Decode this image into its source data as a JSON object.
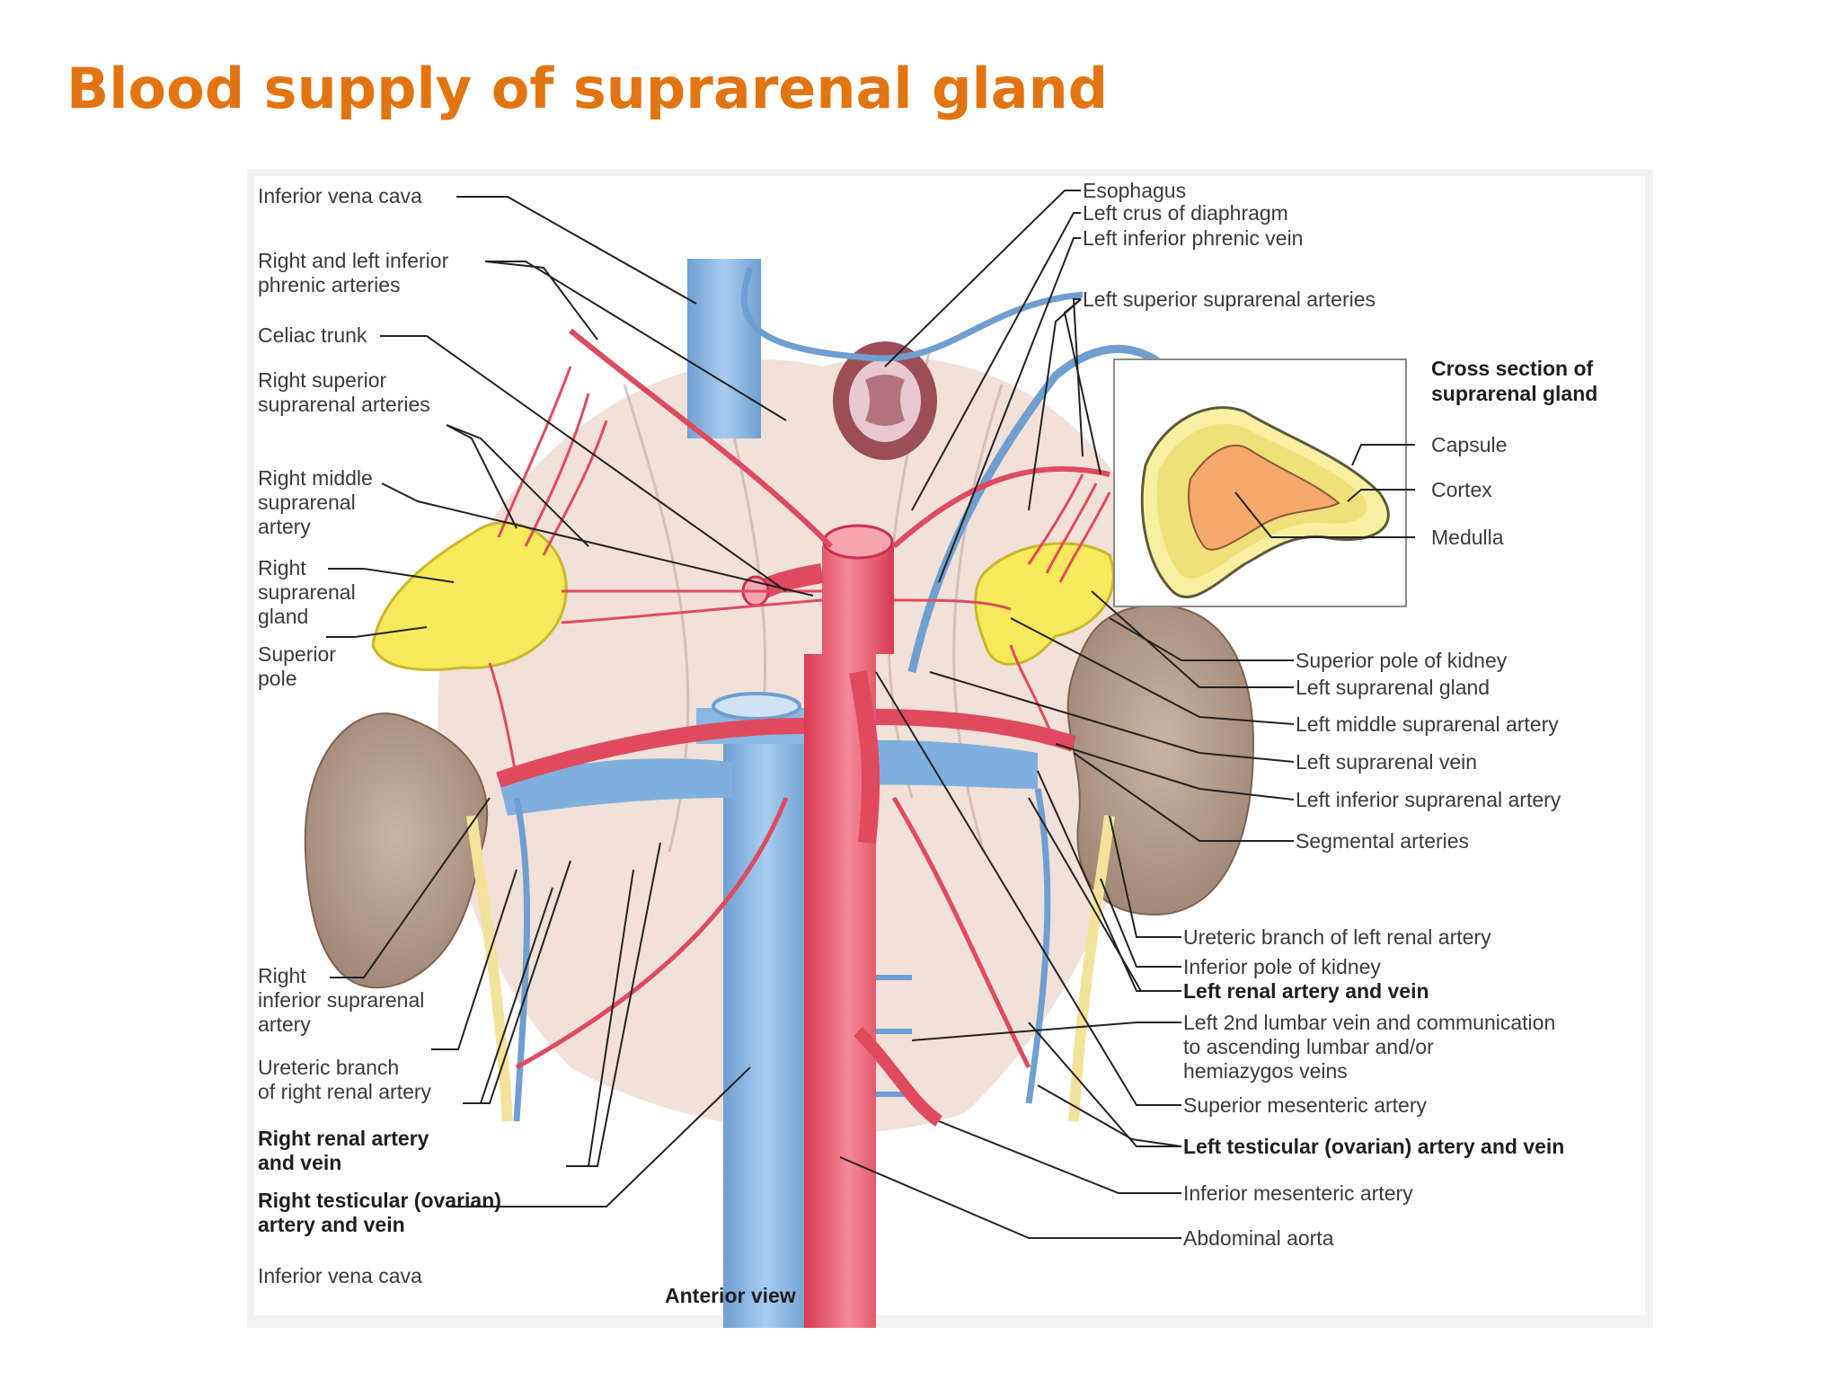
{
  "title": "Blood supply of suprarenal gland",
  "figure": {
    "view_label": "Anterior view",
    "inset_title": [
      "Cross section of",
      "suprarenal gland"
    ],
    "inset_labels": {
      "capsule": "Capsule",
      "cortex": "Cortex",
      "medulla": "Medulla"
    },
    "left_labels": {
      "ivc_top": "Inferior vena cava",
      "phrenic_1": "Right and left inferior",
      "phrenic_2": "phrenic arteries",
      "celiac": "Celiac trunk",
      "rss_1": "Right superior",
      "rss_2": "suprarenal arteries",
      "rms_1": "Right middle",
      "rms_2": "suprarenal",
      "rms_3": "artery",
      "rsg_1": "Right",
      "rsg_2": "suprarenal",
      "rsg_3": "gland",
      "sp_1": "Superior",
      "sp_2": "pole",
      "ris_1": "Right",
      "ris_2": "inferior suprarenal",
      "ris_3": "artery",
      "urb_1": "Ureteric branch",
      "urb_2": "of right renal artery",
      "rra_1": "Right renal artery",
      "rra_2": "and vein",
      "rta_1": "Right testicular (ovarian)",
      "rta_2": "artery and vein",
      "ivc_bottom": "Inferior vena cava"
    },
    "right_labels": {
      "esophagus": "Esophagus",
      "crus": "Left crus of diaphragm",
      "lipv": "Left inferior phrenic vein",
      "lssa": "Left superior suprarenal arteries",
      "spk": "Superior pole of kidney",
      "lsg": "Left suprarenal gland",
      "lmsa": "Left middle suprarenal artery",
      "lsv": "Left suprarenal vein",
      "lisa": "Left inferior suprarenal artery",
      "seg": "Segmental arteries",
      "ubl": "Ureteric branch of left renal artery",
      "ipk": "Inferior pole of kidney",
      "lrav": "Left renal artery and vein",
      "l2l_1": "Left 2nd lumbar vein and communication",
      "l2l_2": "to ascending lumbar and/or",
      "l2l_3": "hemiazygos veins",
      "sma": "Superior mesenteric artery",
      "ltav": "Left testicular (ovarian) artery and vein",
      "ima": "Inferior mesenteric artery",
      "aorta": "Abdominal aorta"
    },
    "colors": {
      "artery": "#e04a5e",
      "vein": "#7fb0dd",
      "gland": "#f6e95a",
      "kidney": "#b49a86",
      "title": "#e27412"
    }
  }
}
